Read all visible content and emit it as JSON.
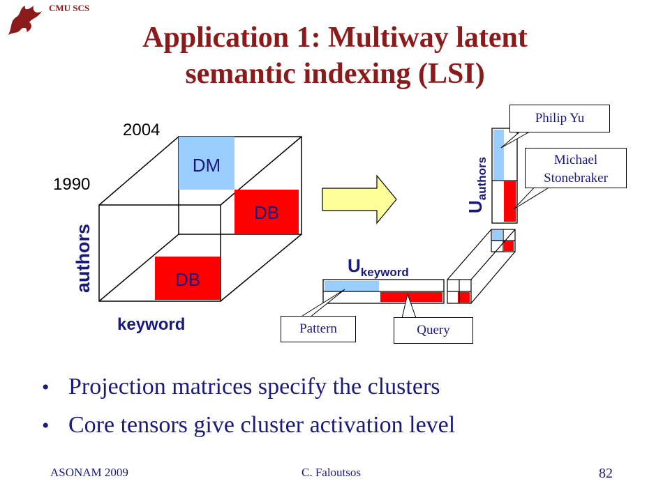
{
  "header": {
    "org": "CMU SCS"
  },
  "title": {
    "line1": "Application 1: Multiway latent",
    "line2": "semantic indexing (LSI)"
  },
  "tensor": {
    "year_front": "1990",
    "year_back": "2004",
    "axis_vertical": "authors",
    "axis_horizontal": "keyword",
    "block_dm": "DM",
    "block_db_back": "DB",
    "block_db_front": "DB"
  },
  "factors": {
    "u_authors": {
      "main": "U",
      "sub": "authors"
    },
    "u_keyword": {
      "main": "U",
      "sub": "keyword"
    }
  },
  "callouts": {
    "philip": "Philip Yu",
    "michael_line1": "Michael",
    "michael_line2": "Stonebraker",
    "pattern": "Pattern",
    "query": "Query"
  },
  "bullets": [
    "Projection matrices specify the clusters",
    "Core tensors give cluster activation level"
  ],
  "footer": {
    "venue": "ASONAM 2009",
    "author": "C. Faloutsos",
    "page": "82"
  },
  "colors": {
    "title": "#8b1a1a",
    "text": "#1a1a7a",
    "red": "#ff0000",
    "blue": "#99ccff",
    "arrow": "#ffff99"
  }
}
